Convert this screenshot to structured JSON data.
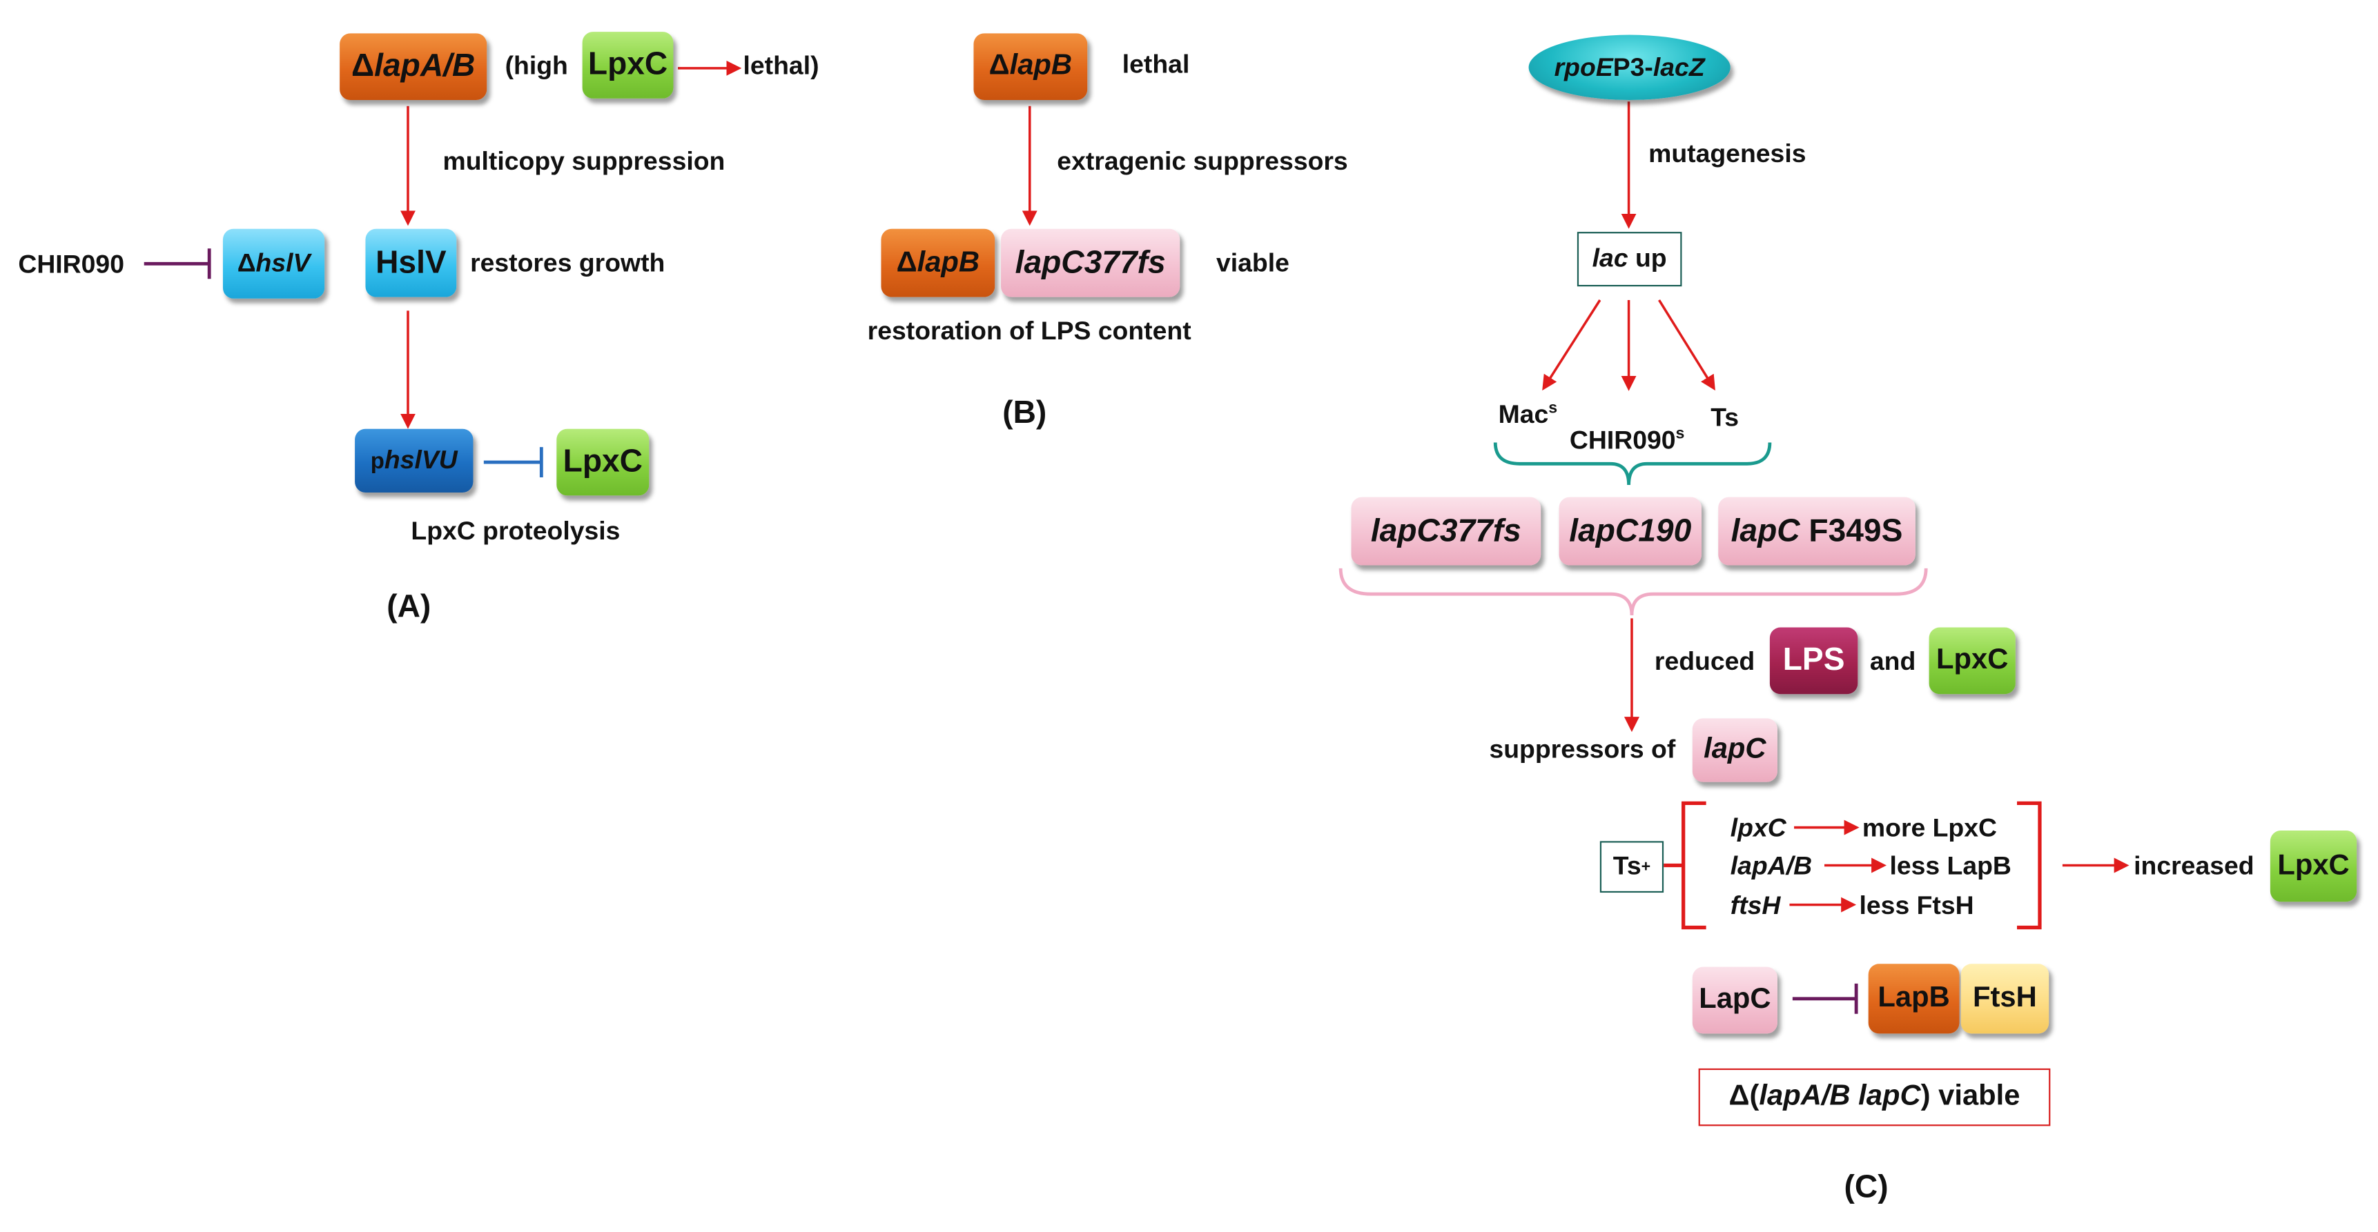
{
  "panel_a": {
    "delta_lapAB": "lapA/B",
    "high_prefix": "(high",
    "lpxc_top": "LpxC",
    "lethal": "lethal)",
    "multicopy": "multicopy suppression",
    "chir090": "CHIR090",
    "delta_hslV": "hslV",
    "hslv": "HslV",
    "restores": "restores growth",
    "phslVU_p": "p",
    "phslVU_gene": "hslVU",
    "lpxc_bottom": "LpxC",
    "proteolysis": "LpxC proteolysis",
    "label": "(A)"
  },
  "panel_b": {
    "delta_lapB": "lapB",
    "lethal": "lethal",
    "extragenic": "extragenic suppressors",
    "delta_lapB2": "lapB",
    "lapC377fs": "lapC377fs",
    "viable": "viable",
    "restoration": "restoration of LPS content",
    "label": "(B)"
  },
  "panel_c": {
    "rpoE_gene": "rpoE",
    "rpoE_mid": "P3-",
    "rpoE_lacz": "lacZ",
    "mutagenesis": "mutagenesis",
    "lac_gene": "lac",
    "lac_up": " up",
    "mac": "Mac",
    "mac_sup": "s",
    "chir": "CHIR090",
    "chir_sup": "s",
    "ts": "Ts",
    "allele1": "lapC377fs",
    "allele2": "lapC190",
    "allele3_gene": "lapC",
    "allele3_mut": " F349S",
    "reduced": "reduced",
    "lps": "LPS",
    "and": "and",
    "lpxc_reduced": "LpxC",
    "suppressors_of": "suppressors of",
    "lapC_sup": "lapC",
    "ts_plus": "Ts",
    "ts_plus_sup": "+",
    "row1_gene": "lpxC",
    "row1_effect": "more LpxC",
    "row2_gene": "lapA/B",
    "row2_effect": "less LapB",
    "row3_gene": "ftsH",
    "row3_effect": "less FtsH",
    "increased": "increased",
    "lpxc_increased": "LpxC",
    "lapc": "LapC",
    "lapb": "LapB",
    "ftsh": "FtsH",
    "viable_genes": "lapA/B lapC",
    "viable_suffix": ") viable",
    "label": "(C)"
  },
  "colors": {
    "arrow_red": "#e01b1b",
    "inhibit_purple": "#6a1a5e",
    "inhibit_blue": "#2a6fc0",
    "bracket_teal": "#1a9a8e",
    "bracket_pink": "#f0aac4"
  }
}
